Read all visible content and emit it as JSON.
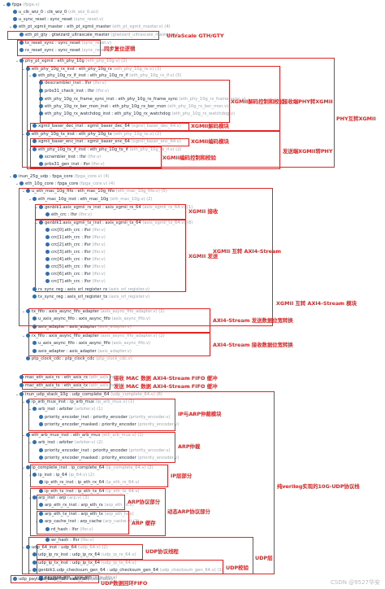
{
  "rows": [
    {
      "tw": "⌄",
      "indent": 0,
      "label": "fpga",
      "file": "(fpga.v)"
    },
    {
      "tw": "",
      "indent": 1,
      "label": "u_clk_wiz_0 : clk_wiz_0",
      "file": "(clk_wiz_0.xci)"
    },
    {
      "tw": "",
      "indent": 1,
      "label": "u_sync_reset : sync_reset",
      "file": "(sync_reset.v)"
    },
    {
      "tw": "⌄",
      "indent": 1,
      "label": "eth_pt_xgmii_master : eth_pt_xgmii_master",
      "file": "(eth_pt_xgmii_master.v) (4)"
    },
    {
      "tw": "",
      "indent": 2,
      "label": "eth_pt_gty : gtwizard_ultrascale_master",
      "file": "(gtwizard_ultrascale_master.xci)"
    },
    {
      "tw": "",
      "indent": 2,
      "label": "tx_reset_sync : sync_reset",
      "file": "(sync_reset.v)"
    },
    {
      "tw": "",
      "indent": 2,
      "label": "rx_reset_sync : sync_reset",
      "file": "(sync_reset.v)"
    },
    {
      "tw": "⌄",
      "indent": 2,
      "label": "phy_pt_xgmii : eth_phy_10g",
      "file": "(eth_phy_10g.v) (2)"
    },
    {
      "tw": "⌄",
      "indent": 3,
      "label": "eth_phy_10g_rx_inst : eth_phy_10g_rx",
      "file": "(eth_phy_10g_rx.v) (3)"
    },
    {
      "tw": "⌄",
      "indent": 4,
      "label": "eth_phy_10g_rx_if_inst : eth_phy_10g_rx_if",
      "file": "(eth_phy_10g_rx_if.v) (5)"
    },
    {
      "tw": "",
      "indent": 5,
      "label": "descrambler_inst : lfsr",
      "file": "(lfsr.v)"
    },
    {
      "tw": "",
      "indent": 5,
      "label": "prbs31_check_inst : lfsr",
      "file": "(lfsr.v)"
    },
    {
      "tw": "",
      "indent": 5,
      "label": "eth_phy_10g_rx_frame_sync_inst : eth_phy_10g_rx_frame_sync",
      "file": "(eth_phy_10g_rx_frame_sync.v)"
    },
    {
      "tw": "",
      "indent": 5,
      "label": "eth_phy_10g_rx_ber_mon_inst : eth_phy_10g_rx_ber_mon",
      "file": "(eth_phy_10g_rx_ber_mon.v)"
    },
    {
      "tw": "",
      "indent": 5,
      "label": "eth_phy_10g_rx_watchdog_inst : eth_phy_10g_rx_watchdog",
      "file": "(eth_phy_10g_rx_watchdog.v)"
    },
    {
      "tw": "",
      "indent": 4,
      "label": "xgmii_baser_dec_inst : xgmii_baser_dec_64",
      "file": "(xgmii_baser_dec_64.v)"
    },
    {
      "tw": "⌄",
      "indent": 3,
      "label": "eth_phy_10g_tx_inst : eth_phy_10g_tx",
      "file": "(eth_phy_10g_tx.v) (2)"
    },
    {
      "tw": "",
      "indent": 4,
      "label": "xgmii_baser_enc_inst : xgmii_baser_enc_64",
      "file": "(xgmii_baser_enc_64.v)"
    },
    {
      "tw": "⌄",
      "indent": 4,
      "label": "eth_phy_10g_tx_if_inst : eth_phy_10g_tx_if",
      "file": "(eth_phy_10g_tx_if.v) (2)"
    },
    {
      "tw": "",
      "indent": 5,
      "label": "scrambler_inst : lfsr",
      "file": "(lfsr.v)"
    },
    {
      "tw": "",
      "indent": 5,
      "label": "prbs31_gen_inst : lfsr",
      "file": "(lfsr.v)"
    },
    {
      "tw": "⌄",
      "indent": 1,
      "label": "inun_25g_udp : fpga_core",
      "file": "(fpga_core.v) (4)"
    },
    {
      "tw": "⌄",
      "indent": 2,
      "label": "eth_10g_core : fpga_core",
      "file": "(fpga_core.v) (4)"
    },
    {
      "tw": "⌄",
      "indent": 3,
      "label": "u_eth_mac_10g_fifo : eth_mac_10g_fifo",
      "file": "(eth_mac_10g_fifo.v) (5)"
    },
    {
      "tw": "⌄",
      "indent": 4,
      "label": "eth_mac_10g_inst : eth_mac_10g",
      "file": "(eth_mac_10g.v) (2)"
    },
    {
      "tw": "⌄",
      "indent": 5,
      "label": "genblk1.axis_xgmii_rx_inst : axis_xgmii_rx_64",
      "file": "(axis_xgmii_rx_64.v) (1)"
    },
    {
      "tw": "",
      "indent": 6,
      "label": "eth_crc : lfsr",
      "file": "(lfsr.v)"
    },
    {
      "tw": "⌄",
      "indent": 5,
      "label": "genblk1.axis_xgmii_tx_inst : axis_xgmii_tx_64",
      "file": "(axis_xgmii_tx_64.v) (8)"
    },
    {
      "tw": "",
      "indent": 6,
      "label": "crc[0].eth_crc : lfsr",
      "file": "(lfsr.v)"
    },
    {
      "tw": "",
      "indent": 6,
      "label": "crc[1].eth_crc : lfsr",
      "file": "(lfsr.v)"
    },
    {
      "tw": "",
      "indent": 6,
      "label": "crc[2].eth_crc : lfsr",
      "file": "(lfsr.v)"
    },
    {
      "tw": "",
      "indent": 6,
      "label": "crc[3].eth_crc : lfsr",
      "file": "(lfsr.v)"
    },
    {
      "tw": "",
      "indent": 6,
      "label": "crc[4].eth_crc : lfsr",
      "file": "(lfsr.v)"
    },
    {
      "tw": "",
      "indent": 6,
      "label": "crc[5].eth_crc : lfsr",
      "file": "(lfsr.v)"
    },
    {
      "tw": "",
      "indent": 6,
      "label": "crc[6].eth_crc : lfsr",
      "file": "(lfsr.v)"
    },
    {
      "tw": "",
      "indent": 6,
      "label": "crc[7].eth_crc : lfsr",
      "file": "(lfsr.v)"
    },
    {
      "tw": "",
      "indent": 4,
      "label": "rx_sync_reg : axis_srl_register_rx",
      "file": "(axis_srl_register.v)"
    },
    {
      "tw": "",
      "indent": 4,
      "label": "tx_sync_reg : axis_srl_register_tx",
      "file": "(axis_srl_register.v)"
    },
    {
      "tw": "⌄",
      "indent": 3,
      "label": "tx_fifo : axis_async_fifo_adapter",
      "file": "(axis_async_fifo_adapter.v) (2)"
    },
    {
      "tw": "",
      "indent": 4,
      "label": "u_axis_async_fifo : axis_async_fifo",
      "file": "(axis_async_fifo.v)"
    },
    {
      "tw": "",
      "indent": 4,
      "label": "axis_adapter : axis_adapter",
      "file": "(axis_adapter.v)"
    },
    {
      "tw": "⌄",
      "indent": 3,
      "label": "rx_fifo : axis_async_fifo_adapter",
      "file": "(axis_async_fifo_adapter.v) (2)"
    },
    {
      "tw": "",
      "indent": 4,
      "label": "u_axis_async_fifo : axis_async_fifo",
      "file": "(axis_async_fifo.v)"
    },
    {
      "tw": "",
      "indent": 4,
      "label": "axis_adapter : axis_adapter",
      "file": "(axis_adapter.v)"
    },
    {
      "tw": "",
      "indent": 3,
      "label": "ptp_clock_cdc : ptp_clock_cdc",
      "file": "(ptp_clock_cdc.v)"
    },
    {
      "tw": "",
      "indent": 2,
      "label": "mac_eth_axis_rx : eth_axis_rx",
      "file": "(eth_axis_rx.v)"
    },
    {
      "tw": "",
      "indent": 2,
      "label": "mac_eth_axis_tx : eth_axis_tx",
      "file": "(eth_axis_tx.v)"
    },
    {
      "tw": "⌄",
      "indent": 2,
      "label": "inun_udp_stack_10g : udp_complete_64",
      "file": "(udp_complete_64.v) (6)"
    },
    {
      "tw": "⌄",
      "indent": 3,
      "label": "ip_arb_mux_inst : ip_arb_mux",
      "file": "(ip_arb_mux.v) (1)"
    },
    {
      "tw": "⌄",
      "indent": 4,
      "label": "arb_inst : arbiter",
      "file": "(arbiter.v) (1)"
    },
    {
      "tw": "",
      "indent": 5,
      "label": "priority_encoder_inst : priority_encoder",
      "file": "(priority_encoder.v)"
    },
    {
      "tw": "",
      "indent": 5,
      "label": "priority_encoder_masked : priority_encoder",
      "file": "(priority_encoder.v)"
    },
    {
      "tw": "⌄",
      "indent": 3,
      "label": "eth_arb_mux_inst : eth_arb_mux",
      "file": "(eth_arb_mux.v) (1)"
    },
    {
      "tw": "⌄",
      "indent": 4,
      "label": "arb_inst : arbiter",
      "file": "(arbiter.v) (2)"
    },
    {
      "tw": "",
      "indent": 5,
      "label": "priority_encoder_inst : priority_encoder",
      "file": "(priority_encoder.v)"
    },
    {
      "tw": "",
      "indent": 5,
      "label": "priority_encoder_masked : priority_encoder",
      "file": "(priority_encoder.v)"
    },
    {
      "tw": "⌄",
      "indent": 3,
      "label": "ip_complete_inst : ip_complete_64",
      "file": "(ip_complete_64.v) (2)"
    },
    {
      "tw": "⌄",
      "indent": 4,
      "label": "ip_inst : ip_64",
      "file": "(ip_64.v) (2)"
    },
    {
      "tw": "",
      "indent": 5,
      "label": "ip_eth_rx_inst : ip_eth_rx_64",
      "file": "(ip_eth_rx_64.v)"
    },
    {
      "tw": "",
      "indent": 5,
      "label": "ip_eth_tx_inst : ip_eth_tx_64",
      "file": "(ip_eth_tx_64.v)"
    },
    {
      "tw": "⌄",
      "indent": 4,
      "label": "arp_inst : arp",
      "file": "(arp.v) (3)"
    },
    {
      "tw": "",
      "indent": 5,
      "label": "arp_eth_rx_inst : arp_eth_rx",
      "file": "(arp_eth_rx.v)"
    },
    {
      "tw": "",
      "indent": 5,
      "label": "arp_eth_tx_inst : arp_eth_tx",
      "file": "(arp_eth_tx.v)"
    },
    {
      "tw": "⌄",
      "indent": 5,
      "label": "arp_cache_inst : arp_cache",
      "file": "(arp_cache.v) (2)"
    },
    {
      "tw": "",
      "indent": 6,
      "label": "rd_hash : lfsr",
      "file": "(lfsr.v)"
    },
    {
      "tw": "",
      "indent": 6,
      "label": "wr_hash : lfsr",
      "file": "(lfsr.v)"
    },
    {
      "tw": "⌄",
      "indent": 3,
      "label": "udp_64_inst : udp_64",
      "file": "(udp_64.v) (2)"
    },
    {
      "tw": "",
      "indent": 4,
      "label": "udp_ip_rx_inst : udp_ip_rx_64",
      "file": "(udp_ip_rx_64.v)"
    },
    {
      "tw": "",
      "indent": 4,
      "label": "udp_ip_tx_inst : udp_ip_tx_64",
      "file": "(udp_ip_tx_64.v)"
    },
    {
      "tw": "⌄",
      "indent": 4,
      "label": "genblk1.udp_checksum_gen_64 : udp_checksum_gen_64",
      "file": "(udp_checksum_gen_64.v) (1)"
    },
    {
      "tw": "",
      "indent": 5,
      "label": "payload_fifo : axis_fifo",
      "file": "(axis_fifo.v)"
    },
    {
      "tw": "",
      "indent": 5,
      "label": "header_fifo : axis_fifo",
      "file": "(axis_fifo.v)"
    },
    {
      "tw": "",
      "indent": 1,
      "label": "udp_payload_loop_fifo : axis_fifo",
      "file": "(axis_fifo.v)"
    }
  ],
  "annotations": {
    "a1": "UltraScale GTH/GTY",
    "a2": "同步复位逻辑",
    "a3": "XGMII解码控制和校验",
    "a4": "接收端PHY转XGMII",
    "a5": "PHY互转XGMII",
    "a6": "XGMII解码模块",
    "a7": "XGMII编码模块",
    "a8": "XGMII编码控制和校验",
    "a9": "发送端XGMII转PHY",
    "a10": "XGMII 接收",
    "a11": "XGMII 发送",
    "a12": "XGMII 互转 AXI4-Stream",
    "a13": "XGMII 互转 AXI4-Stream 模块",
    "a14": "AXI4-Stream 发送数据位宽转换",
    "a15": "AXI4-Stream 接收数据位宽转换",
    "a16": "接收 MAC 数据 AXI4-Stream FIFO 缓冲",
    "a17": "发送 MAC 数据 AXI4-Stream FIFO 缓冲",
    "a18": "IP与ARP仲裁模块",
    "a19": "ARP仲裁",
    "a20": "IP层部分",
    "a21": "ARP协议部分",
    "a22": "ARP 缓存",
    "a23": "动态ARP协议部分",
    "a24": "纯verilog实现的10G-UDP协议栈",
    "a25": "UDP协议线程",
    "a26": "UDP校验",
    "a27": "UDP层",
    "a28": "UDP数据回环FIFO"
  },
  "watermark": "CSDN @9527华安",
  "colors": {
    "annotation": "#e02323",
    "node": "#2f6fb0"
  }
}
